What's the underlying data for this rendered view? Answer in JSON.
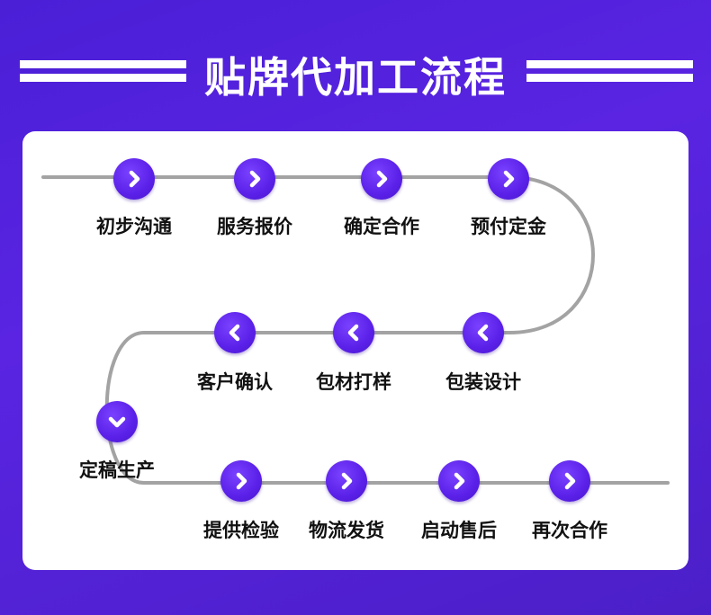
{
  "title": "贴牌代加工流程",
  "colors": {
    "background": "#4f20d8",
    "node": "#6a2cf0",
    "line": "#a3a3a3"
  },
  "steps": [
    {
      "label": "初步沟通",
      "icon": "chevron-right-icon"
    },
    {
      "label": "服务报价",
      "icon": "chevron-right-icon"
    },
    {
      "label": "确定合作",
      "icon": "chevron-right-icon"
    },
    {
      "label": "预付定金",
      "icon": "chevron-right-icon"
    },
    {
      "label": "包装设计",
      "icon": "chevron-left-icon"
    },
    {
      "label": "包材打样",
      "icon": "chevron-left-icon"
    },
    {
      "label": "客户确认",
      "icon": "chevron-left-icon"
    },
    {
      "label": "定稿生产",
      "icon": "chevron-down-icon"
    },
    {
      "label": "提供检验",
      "icon": "chevron-right-icon"
    },
    {
      "label": "物流发货",
      "icon": "chevron-right-icon"
    },
    {
      "label": "启动售后",
      "icon": "chevron-right-icon"
    },
    {
      "label": "再次合作",
      "icon": "chevron-right-icon"
    }
  ]
}
